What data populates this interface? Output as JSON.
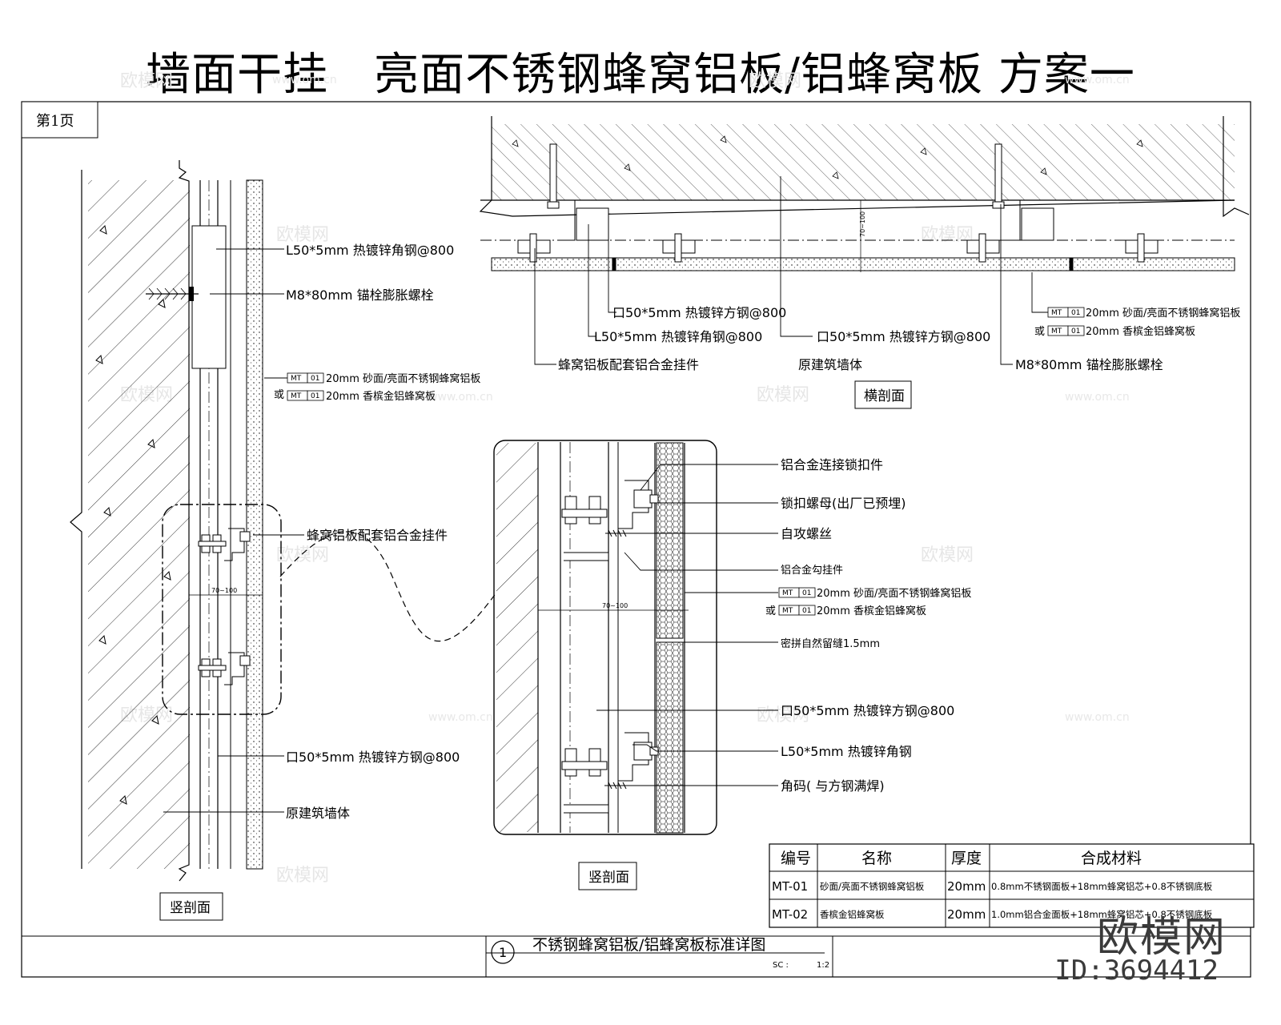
{
  "title": "墙面干挂　亮面不锈钢蜂窝铝板/铝蜂窝板 方案一",
  "page_label": "第1页",
  "watermark": {
    "text": "欧模网",
    "url": "www.om.cn"
  },
  "vertical_section": {
    "name": "竖剖面",
    "labels": [
      "L50*5mm 热镀锌角钢@800",
      "M8*80mm 锚栓膨胀螺栓",
      "20mm 砂面/亮面不锈钢蜂窝铝板",
      "或",
      "20mm 香槟金铝蜂窝板",
      "蜂窝铝板配套铝合金挂件",
      "口50*5mm 热镀锌方钢@800",
      "原建筑墙体"
    ],
    "dimension": "70~100",
    "tag_code": "MT",
    "tag_num": "01"
  },
  "horizontal_section": {
    "name": "横剖面",
    "labels": [
      "口50*5mm 热镀锌方钢@800",
      "L50*5mm 热镀锌角钢@800",
      "口50*5mm 热镀锌方钢@800",
      "蜂窝铝板配套铝合金挂件",
      "原建筑墙体",
      "M8*80mm 锚栓膨胀螺栓",
      "20mm 砂面/亮面不锈钢蜂窝铝板",
      "或",
      "20mm 香槟金铝蜂窝板"
    ],
    "dimension": "70~100"
  },
  "detail_section": {
    "name": "竖剖面",
    "labels": [
      "铝合金连接锁扣件",
      "锁扣螺母(出厂已预埋)",
      "自攻螺丝",
      "铝合金勾挂件",
      "20mm 砂面/亮面不锈钢蜂窝铝板",
      "或",
      "20mm 香槟金铝蜂窝板",
      "密拼自然留缝1.5mm",
      "口50*5mm 热镀锌方钢@800",
      "L50*5mm 热镀锌角钢",
      "角码( 与方钢满焊)"
    ],
    "dimension": "70~100"
  },
  "material_table": {
    "headers": [
      "编号",
      "名称",
      "厚度",
      "合成材料"
    ],
    "rows": [
      [
        "MT-01",
        "砂面/亮面不锈钢蜂窝铝板",
        "20mm",
        "0.8mm不锈钢面板+18mm蜂窝铝芯+0.8不锈钢底板"
      ],
      [
        "MT-02",
        "香槟金铝蜂窝板",
        "20mm",
        "1.0mm铝合金面板+18mm蜂窝铝芯+0.8不锈钢底板"
      ]
    ]
  },
  "footer": {
    "number": "1",
    "caption": "不锈钢蜂窝铝板/铝蜂窝板标准详图",
    "scale_label": "SC :",
    "scale_value": "1:2"
  },
  "brand": {
    "logo": "欧模网",
    "id": "ID:3694412"
  }
}
